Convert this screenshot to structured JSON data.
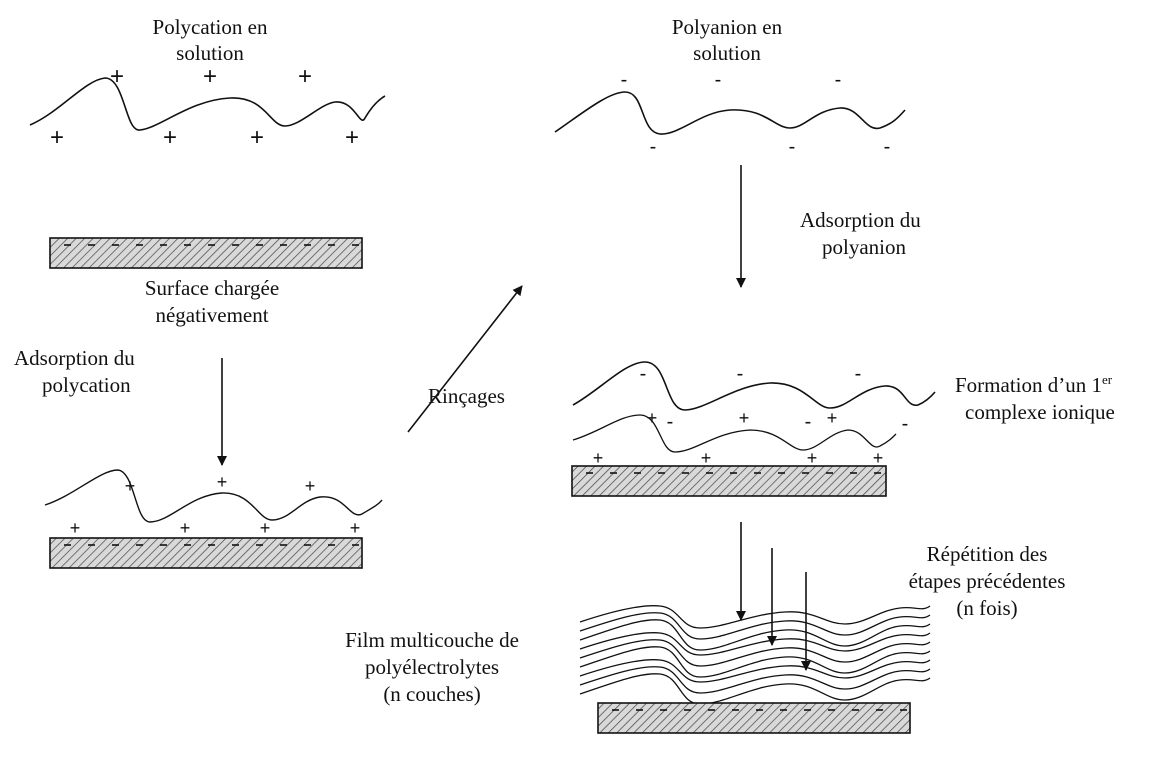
{
  "labels": {
    "polycation_line1": "Polycation en",
    "polycation_line2": "solution",
    "polyanion_line1": "Polyanion en",
    "polyanion_line2": "solution",
    "surface_line1": "Surface chargée",
    "surface_line2": "négativement",
    "adsorption_polycation_line1": "Adsorption du",
    "adsorption_polycation_line2": "polycation",
    "rincages": "Rinçages",
    "adsorption_polyanion_line1": "Adsorption du",
    "adsorption_polyanion_line2": "polyanion",
    "formation_line1": "Formation d’un 1",
    "formation_sup": "er",
    "formation_line2": "complexe ionique",
    "repetition_line1": "Répétition des",
    "repetition_line2": "étapes précédentes",
    "repetition_line3": "(n fois)",
    "film_line1": "Film multicouche de",
    "film_line2": "polyélectrolytes",
    "film_line3": "(n couches)"
  },
  "symbols": {
    "plus": "+",
    "minus": "-"
  },
  "colors": {
    "ink": "#111111",
    "hatch_bg": "#d9d9d9"
  }
}
